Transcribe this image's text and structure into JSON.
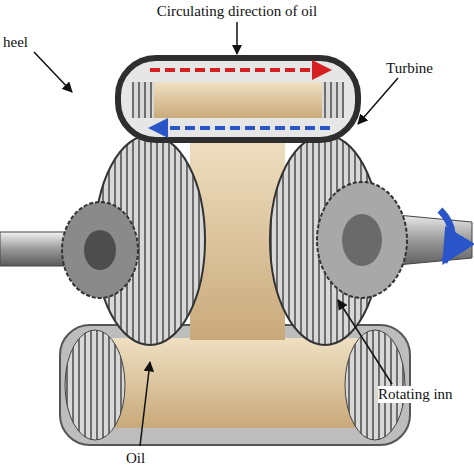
{
  "diagram": {
    "labels": [
      "Circulating direction of oil",
      "heel",
      "Turbine",
      "Oil",
      "Rotating inn"
    ]
  }
}
